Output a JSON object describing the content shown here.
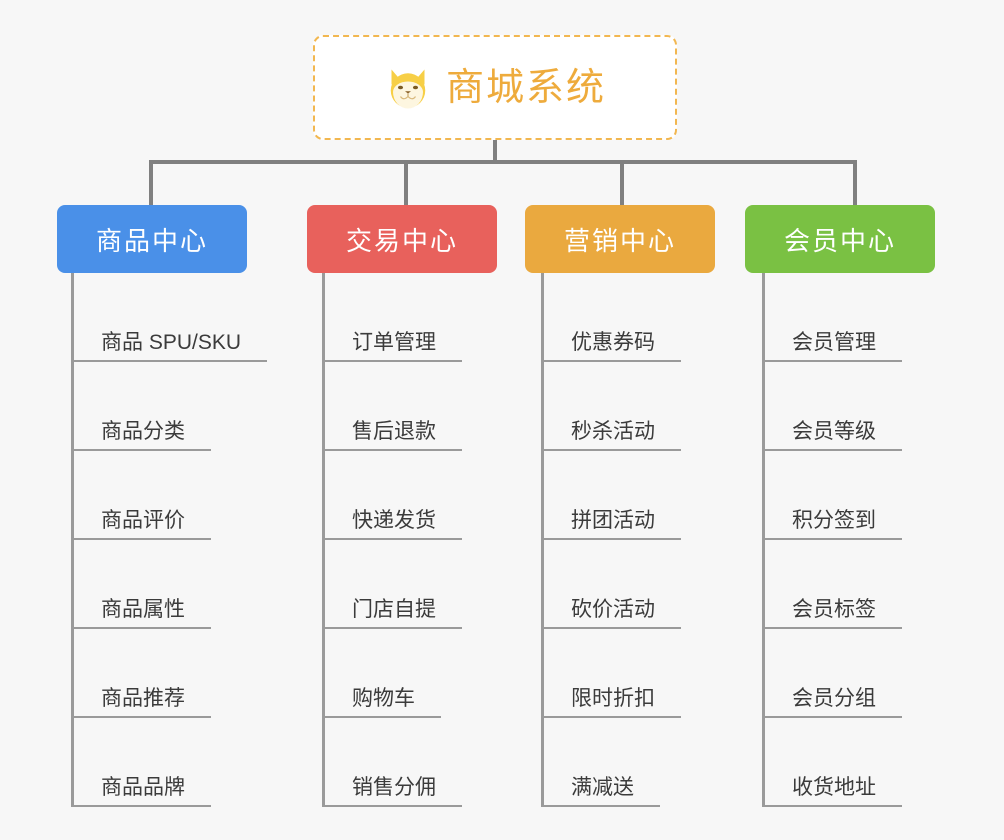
{
  "background_color": "#f7f7f7",
  "root": {
    "icon": "shiba-dog-face-emoji",
    "title": "商城系统",
    "title_color": "#eeab3c",
    "border_color": "#f2b750"
  },
  "connector_color": "#808080",
  "columns": [
    {
      "id": "product-center",
      "label": "商品中心",
      "color": "#4a90e8",
      "items": [
        "商品 SPU/SKU",
        "商品分类",
        "商品评价",
        "商品属性",
        "商品推荐",
        "商品品牌"
      ]
    },
    {
      "id": "trade-center",
      "label": "交易中心",
      "color": "#e8615c",
      "items": [
        "订单管理",
        "售后退款",
        "快递发货",
        "门店自提",
        "购物车",
        "销售分佣"
      ]
    },
    {
      "id": "marketing-center",
      "label": "营销中心",
      "color": "#eaa93f",
      "items": [
        "优惠券码",
        "秒杀活动",
        "拼团活动",
        "砍价活动",
        "限时折扣",
        "满减送"
      ]
    },
    {
      "id": "member-center",
      "label": "会员中心",
      "color": "#7ac143",
      "items": [
        "会员管理",
        "会员等级",
        "积分签到",
        "会员标签",
        "会员分组",
        "收货地址"
      ]
    }
  ]
}
